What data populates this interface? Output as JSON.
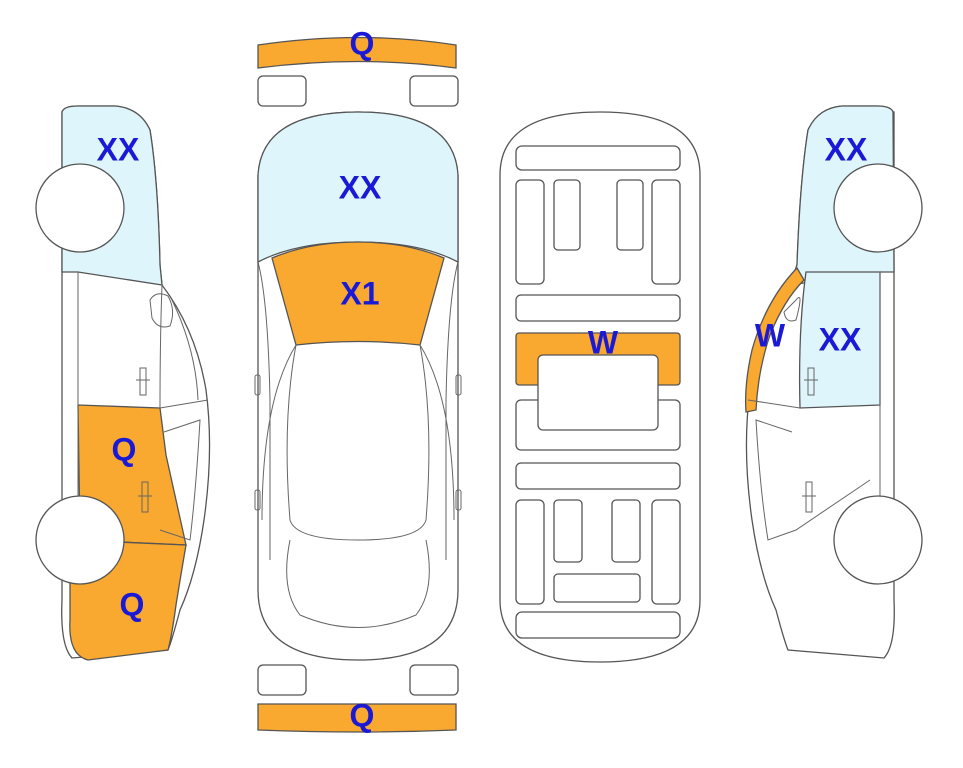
{
  "colors": {
    "orange": "#f9a830",
    "light_blue": "#dff5fc",
    "outline": "#555555",
    "label": "#1a1ad6"
  },
  "labels": {
    "front_bumper": "Q",
    "rear_bumper": "Q",
    "hood": "XX",
    "windshield": "X1",
    "roof": "W",
    "left_front_fender": "XX",
    "left_rear_door": "Q",
    "left_rear_quarter": "Q",
    "right_front_fender": "XX",
    "right_a_pillar": "W",
    "right_front_door": "XX"
  }
}
